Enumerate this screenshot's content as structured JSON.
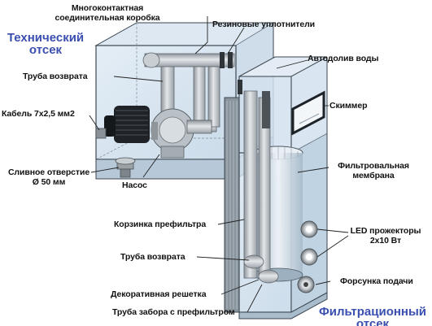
{
  "sections": {
    "technical": [
      "Технический",
      "отсек"
    ],
    "filtration": [
      "Фильтрационный",
      "отсек"
    ]
  },
  "labels": {
    "junction_box": [
      "Многоконтактная",
      "соединительная коробка"
    ],
    "rubber_seals": "Резиновые уплотнители",
    "auto_refill": "Автодолив воды",
    "return_pipe_top": "Труба возврата",
    "skimmer": "Скиммер",
    "cable": "Кабель 7х2,5 мм2",
    "filter_membrane": [
      "Фильтровальная",
      "мембрана"
    ],
    "drain_hole": [
      "Сливное отверстие",
      "Ø 50 мм"
    ],
    "pump": "Насос",
    "prefilter_basket": "Корзинка префильтра",
    "led_spotlights": [
      "LED прожекторы",
      "2х10 Вт"
    ],
    "return_pipe_bottom": "Труба возврата",
    "nozzle": "Форсунка подачи",
    "decor_grate": "Декоративная решетка",
    "intake_pipe": "Труба забора с префильтром"
  },
  "colors": {
    "section_title": "#3a4fb0",
    "glass_fill": "#cfe0ee",
    "frame_stroke": "#3c4650",
    "leader": "#222222"
  }
}
